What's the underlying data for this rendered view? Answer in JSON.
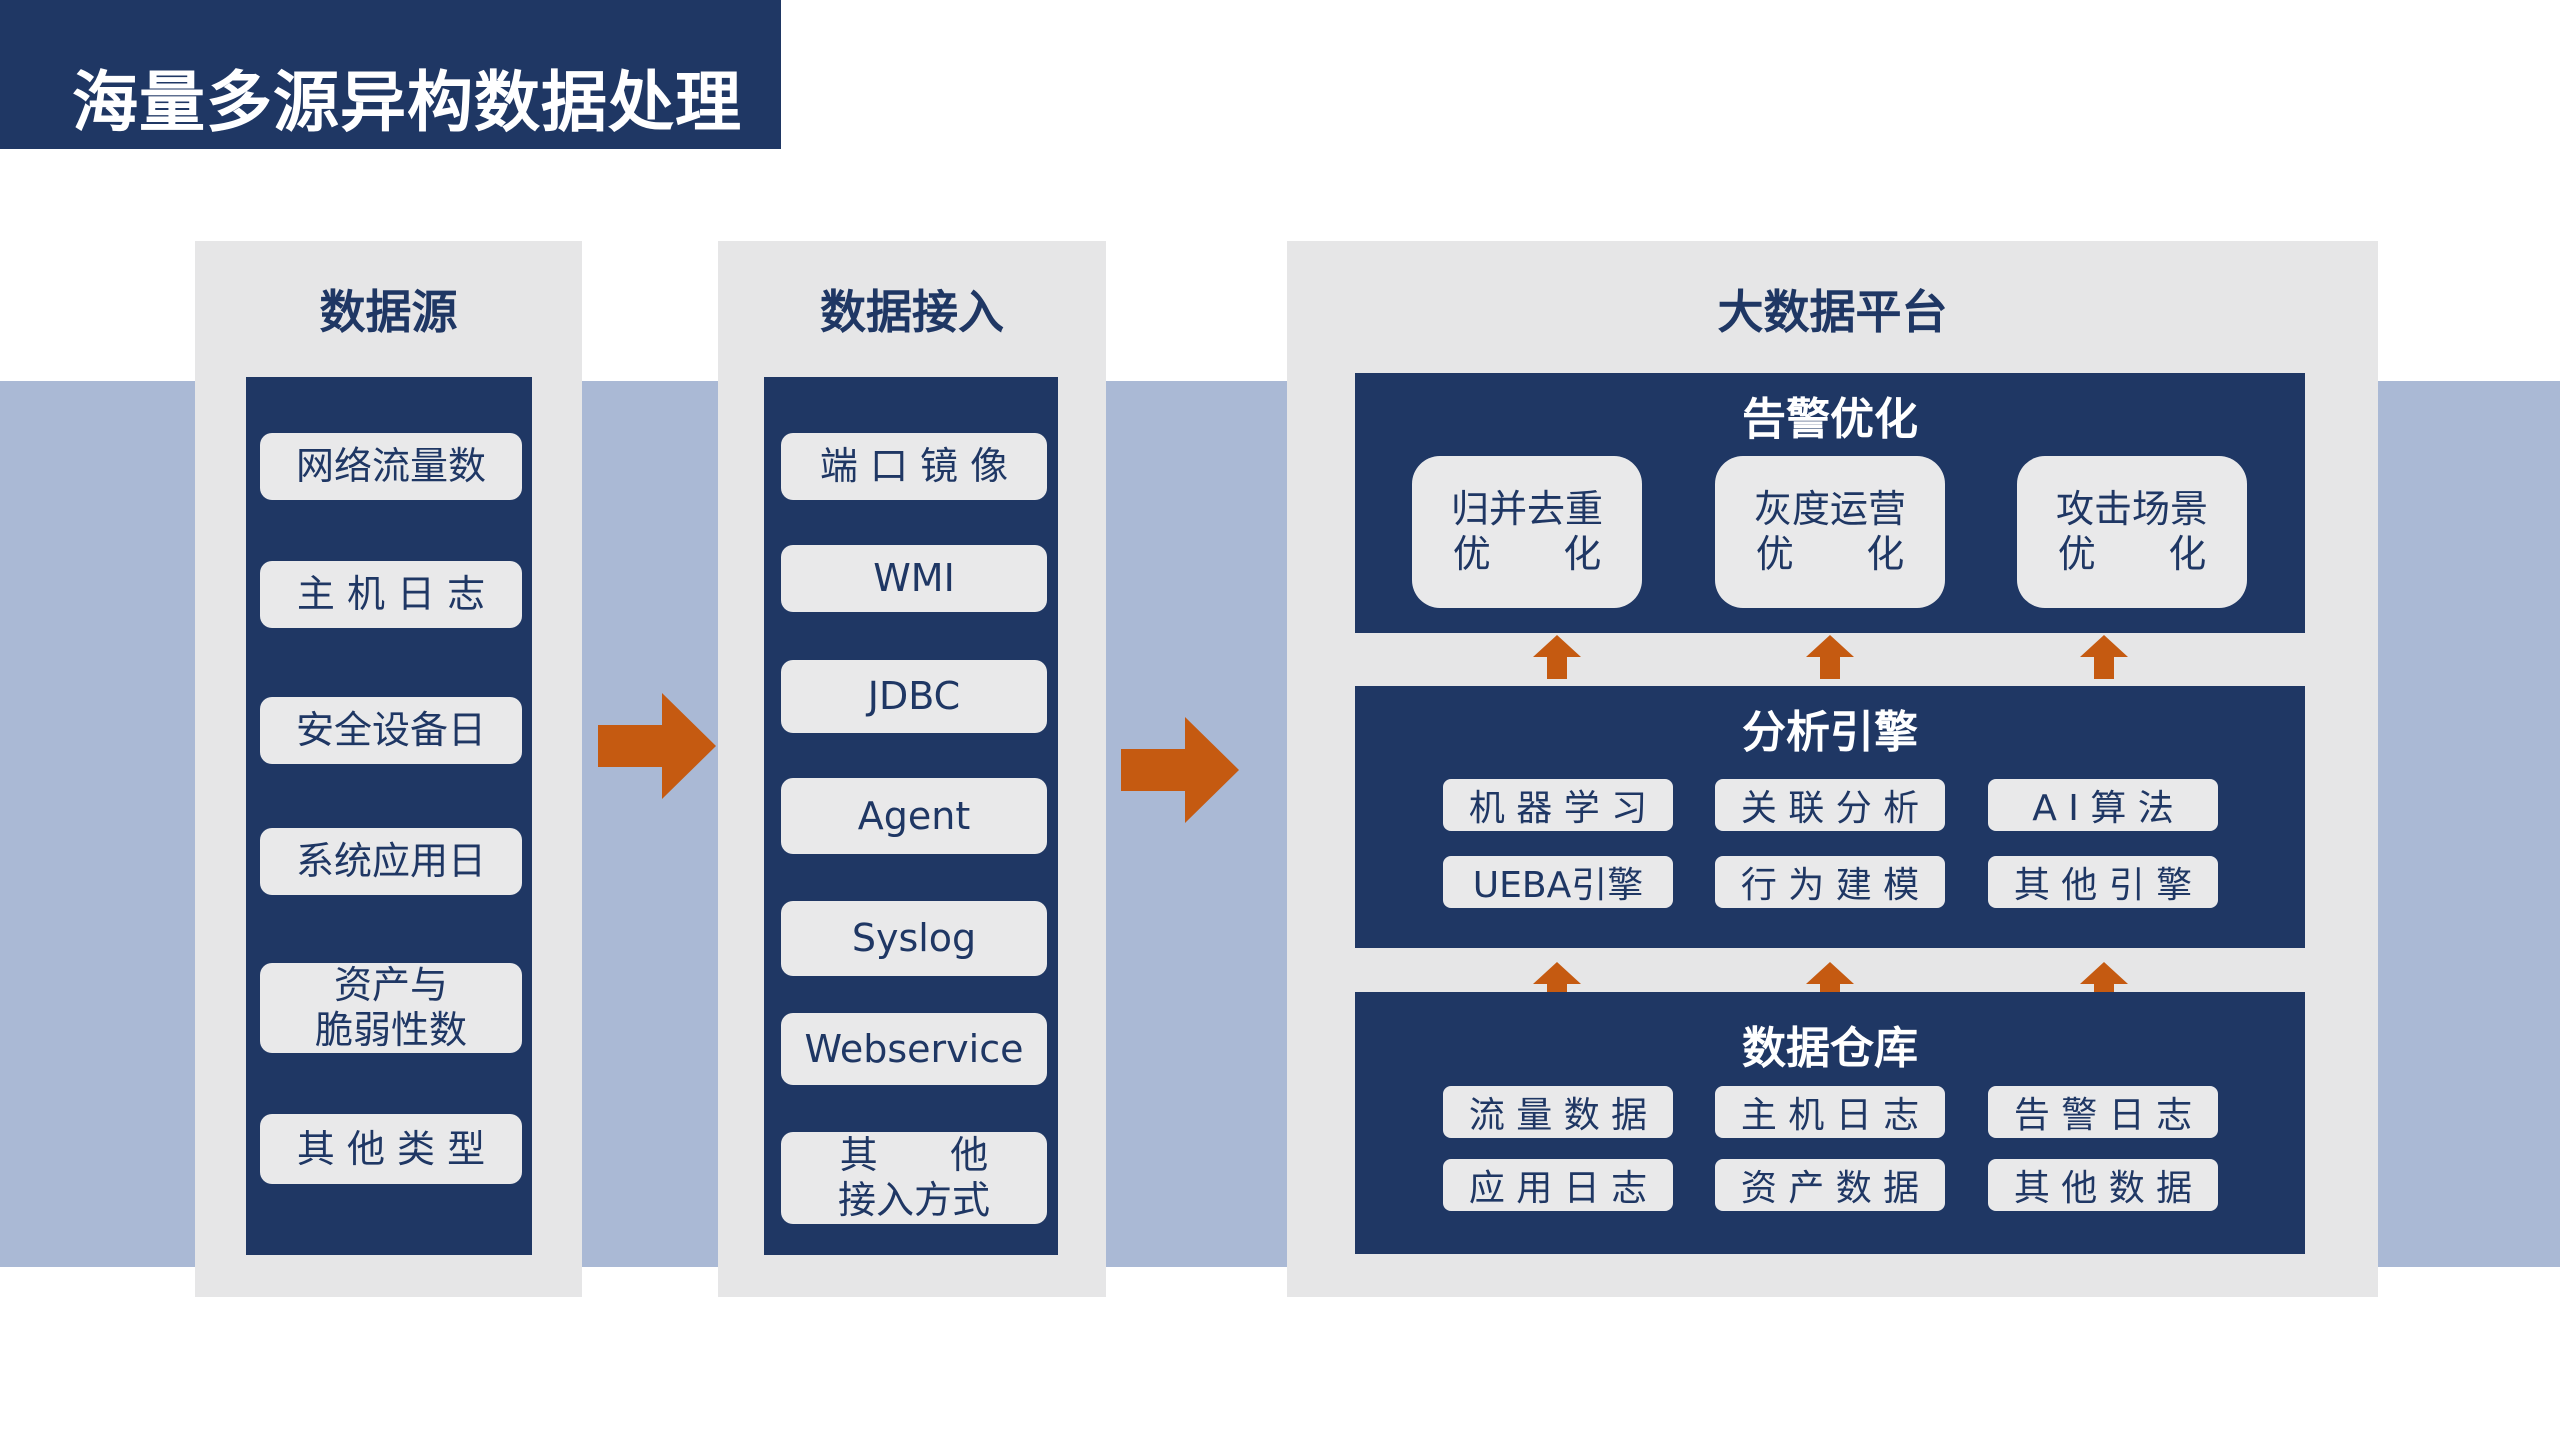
{
  "page": {
    "title": "海量多源异构数据处理"
  },
  "colors": {
    "navy": "#1f3764",
    "band": "#aab9d5",
    "panel": "#e6e6e7",
    "pill": "#e9e9ea",
    "accent": "#c55a11"
  },
  "sources": {
    "title": "数据源",
    "items": [
      "网络流量数",
      "主 机 日 志",
      "安全设备日",
      "系统应用日",
      "资产与\n脆弱性数",
      "其 他 类 型"
    ]
  },
  "ingest": {
    "title": "数据接入",
    "items": [
      "端 口 镜 像",
      "WMI",
      "JDBC",
      "Agent",
      "Syslog",
      "Webservice",
      "其      他\n接入方式"
    ]
  },
  "platform": {
    "title": "大数据平台",
    "alert": {
      "title": "告警优化",
      "items": [
        "归并去重\n优      化",
        "灰度运营\n优      化",
        "攻击场景\n优      化"
      ]
    },
    "analysis": {
      "title": "分析引擎",
      "items": [
        "机 器 学 习",
        "关 联 分 析",
        "A I 算 法",
        "UEBA引擎",
        "行 为 建 模",
        "其 他 引 擎"
      ]
    },
    "warehouse": {
      "title": "数据仓库",
      "items": [
        "流 量 数 据",
        "主 机 日 志",
        "告 警 日 志",
        "应 用 日 志",
        "资 产 数 据",
        "其 他 数 据"
      ]
    }
  }
}
